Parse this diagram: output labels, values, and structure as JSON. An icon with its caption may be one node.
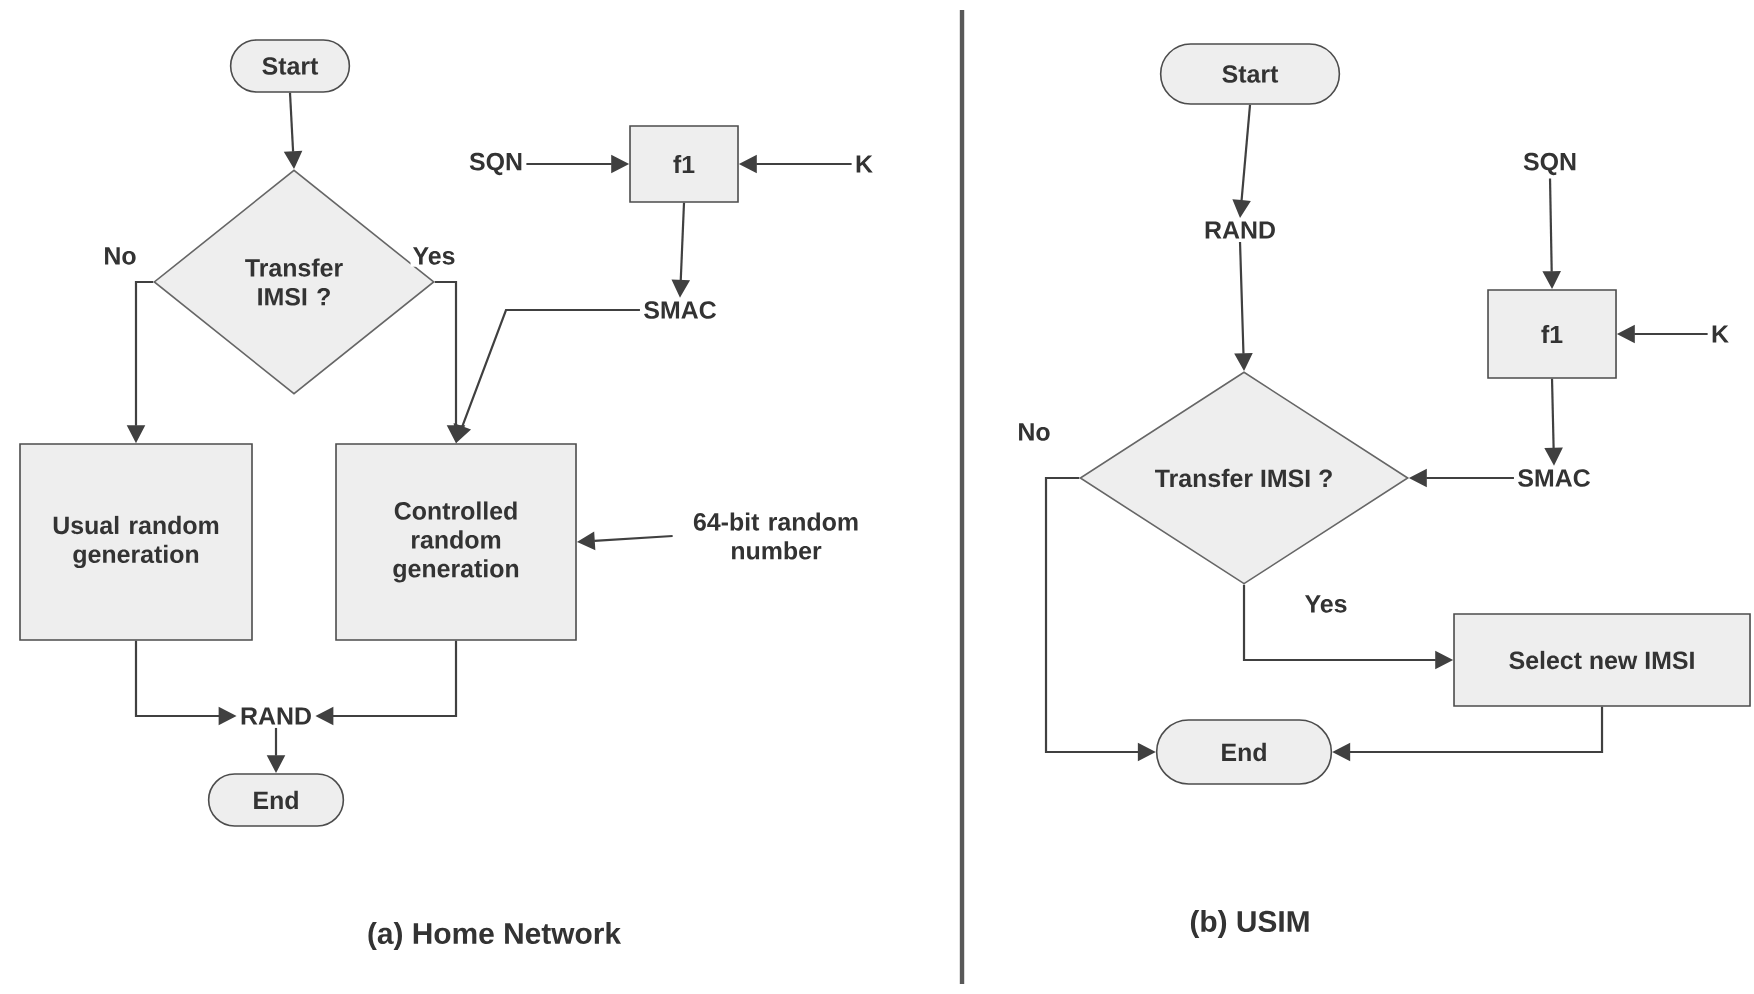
{
  "diagram": {
    "nodes": [
      {
        "text": [
          "Start"
        ]
      },
      {
        "text": [
          "Transfer IMSI ?"
        ]
      },
      {
        "text": [
          "SQN"
        ]
      },
      {
        "text": [
          "f1"
        ]
      },
      {
        "text": [
          "K"
        ]
      },
      {
        "text": [
          "SMAC"
        ]
      },
      {
        "text": [
          "Usual random generation"
        ]
      },
      {
        "text": [
          "Controlled random generation"
        ]
      },
      {
        "text": [
          "64-bit random number"
        ]
      },
      {
        "text": [
          "RAND"
        ]
      },
      {
        "text": [
          "End"
        ]
      },
      {
        "text": [
          "Start"
        ]
      },
      {
        "text": [
          "RAND"
        ]
      },
      {
        "text": [
          "SQN"
        ]
      },
      {
        "text": [
          "f1"
        ]
      },
      {
        "text": [
          "K"
        ]
      },
      {
        "text": [
          "SMAC"
        ]
      },
      {
        "text": [
          "Transfer IMSI ?"
        ]
      },
      {
        "text": [
          "Select new IMSI"
        ]
      },
      {
        "text": [
          "End"
        ]
      }
    ],
    "edges": [
      {
        "from": 0,
        "to": 1,
        "arrow": "to"
      },
      {
        "from": 1,
        "to": 6,
        "arrow": "to",
        "label": "No"
      },
      {
        "from": 1,
        "to": 7,
        "arrow": "to",
        "label": "Yes"
      },
      {
        "from": 2,
        "to": 3,
        "arrow": "to"
      },
      {
        "from": 4,
        "to": 3,
        "arrow": "to"
      },
      {
        "from": 3,
        "to": 5,
        "arrow": "to"
      },
      {
        "from": 5,
        "to": 7,
        "arrow": "to"
      },
      {
        "from": 8,
        "to": 7,
        "arrow": "to"
      },
      {
        "from": 6,
        "to": 9,
        "arrow": "to"
      },
      {
        "from": 7,
        "to": 9,
        "arrow": "to"
      },
      {
        "from": 9,
        "to": 10,
        "arrow": "to"
      },
      {
        "from": 11,
        "to": 12,
        "arrow": "to"
      },
      {
        "from": 12,
        "to": 17,
        "arrow": "to"
      },
      {
        "from": 13,
        "to": 14,
        "arrow": "to"
      },
      {
        "from": 15,
        "to": 14,
        "arrow": "to"
      },
      {
        "from": 14,
        "to": 16,
        "arrow": "to"
      },
      {
        "from": 16,
        "to": 17,
        "arrow": "to"
      },
      {
        "from": 17,
        "to": 19,
        "arrow": "to",
        "label": "No"
      },
      {
        "from": 17,
        "to": 18,
        "arrow": "to",
        "label": "Yes"
      },
      {
        "from": 18,
        "to": 19,
        "arrow": "to"
      }
    ],
    "labels": [
      "(a) Home Network",
      "(b) USIM"
    ]
  }
}
